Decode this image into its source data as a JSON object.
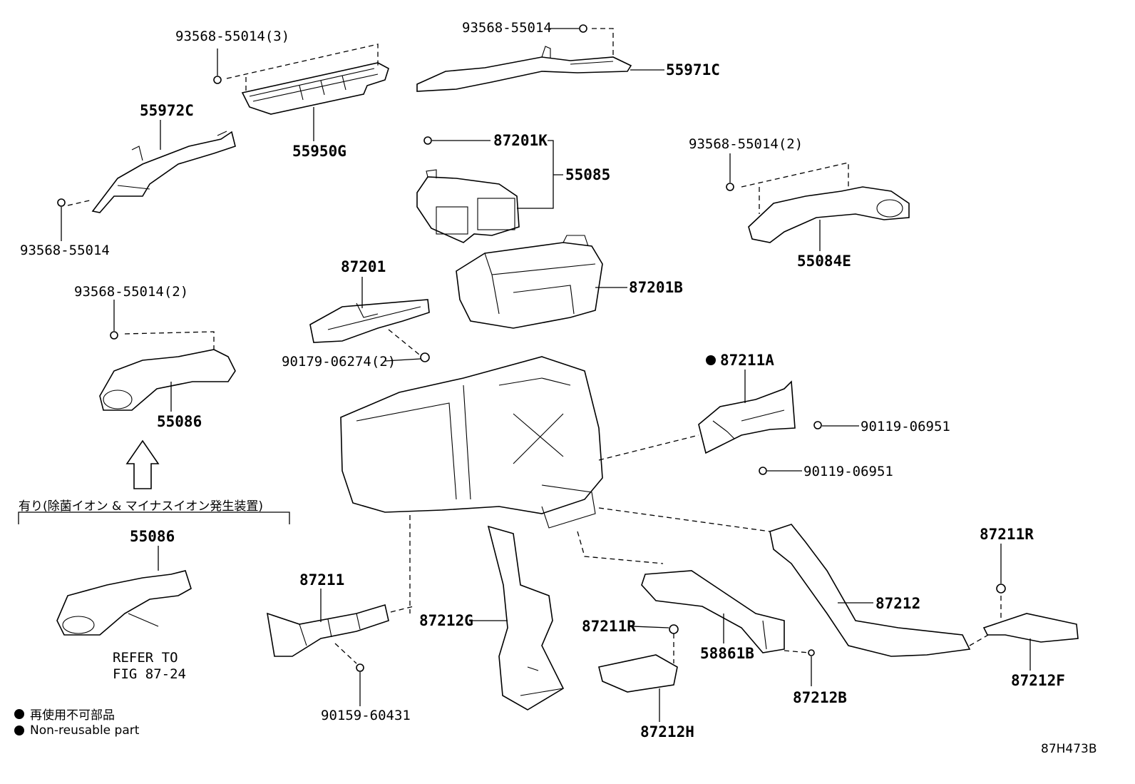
{
  "parts": {
    "p_55971C": "55971C",
    "p_93568_top": "93568-55014",
    "p_93568_x3": "93568-55014(3)",
    "p_55950G": "55950G",
    "p_55972C": "55972C",
    "p_93568_left": "93568-55014",
    "p_87201K": "87201K",
    "p_55085": "55085",
    "p_93568_x2_right": "93568-55014(2)",
    "p_55084E": "55084E",
    "p_87201": "87201",
    "p_87201B": "87201B",
    "p_90179": "90179-06274(2)",
    "p_93568_x2_left": "93568-55014(2)",
    "p_55086_a": "55086",
    "p_87211A": "87211A",
    "p_90119_a": "90119-06951",
    "p_90119_b": "90119-06951",
    "p_55086_b": "55086",
    "p_87211R_right": "87211R",
    "p_87211": "87211",
    "p_87212G": "87212G",
    "p_87212": "87212",
    "p_87211R_mid": "87211R",
    "p_58861B": "58861B",
    "p_87212B": "87212B",
    "p_87212F": "87212F",
    "p_87212H": "87212H",
    "p_90159": "90159-60431",
    "refer_line1": "REFER TO",
    "refer_line2": "FIG 87-24"
  },
  "option_bracket": "有り(除菌イオン & マイナスイオン発生装置)",
  "legend": {
    "jp": "再使用不可部品",
    "en": "Non-reusable part"
  },
  "figure_code": "87H473B"
}
